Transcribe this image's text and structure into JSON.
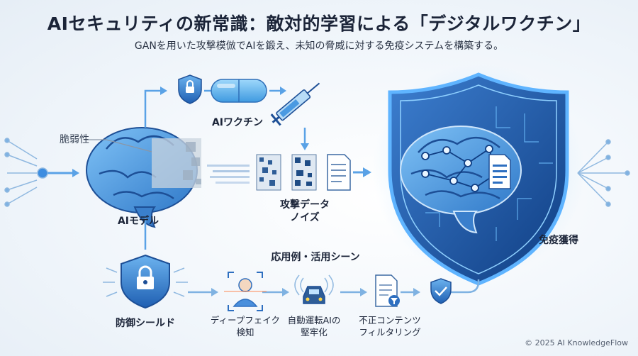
{
  "header": {
    "title": "AIセキュリティの新常識：敵対的学習による「デジタルワクチン」",
    "subtitle": "GANを用いた攻撃模倣でAIを鍛え、未知の脅威に対する免疫システムを構築する。"
  },
  "labels": {
    "vulnerability": "脆弱性",
    "ai_model": "AIモデル",
    "ai_vaccine": "AIワクチン",
    "attack_noise_line1": "攻撃データ",
    "attack_noise_line2": "ノイズ",
    "immunity": "免疫獲得",
    "defense_shield": "防御シールド",
    "use_cases_title": "応用例・活用シーン"
  },
  "use_cases": [
    {
      "line1": "ディープフェイク",
      "line2": "検知",
      "icon": "face-scan-icon"
    },
    {
      "line1": "自動運転AIの",
      "line2": "堅牢化",
      "icon": "car-icon"
    },
    {
      "line1": "不正コンテンツ",
      "line2": "フィルタリング",
      "icon": "document-filter-icon"
    }
  ],
  "footer": {
    "credit": "© 2025 AI KnowledgeFlow"
  },
  "colors": {
    "accent": "#2e8fe0",
    "dark": "#1d3b6e",
    "light": "#cfe6fb"
  }
}
